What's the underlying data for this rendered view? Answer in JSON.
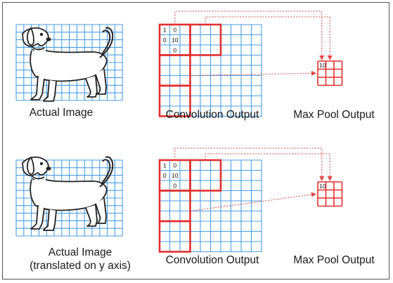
{
  "top_row": {
    "actual_caption": "Actual Image",
    "conv_caption": "Convolution Output",
    "pool_caption": "Max Pool Output",
    "conv_values": [
      {
        "row": 0,
        "col": 0,
        "text": "1"
      },
      {
        "row": 0,
        "col": 1,
        "text": "0"
      },
      {
        "row": 1,
        "col": 0,
        "text": "0"
      },
      {
        "row": 1,
        "col": 1,
        "text": "10"
      },
      {
        "row": 2,
        "col": 1,
        "text": "0"
      }
    ],
    "pool_value": "10"
  },
  "bottom_row": {
    "actual_caption_line1": "Actual Image",
    "actual_caption_line2": "(translated on y axis)",
    "conv_caption": "Convolution Output",
    "pool_caption": "Max Pool Output",
    "conv_values": [
      {
        "row": 0,
        "col": 0,
        "text": "1"
      },
      {
        "row": 0,
        "col": 1,
        "text": "0"
      },
      {
        "row": 1,
        "col": 0,
        "text": "0"
      },
      {
        "row": 1,
        "col": 1,
        "text": "10"
      },
      {
        "row": 2,
        "col": 1,
        "text": "0"
      }
    ],
    "pool_value": "10"
  },
  "colors": {
    "grid_blue": "#4a9ee0",
    "pool_red": "#e03030",
    "arrow_red": "#e04848",
    "caption": "#1a1a1a"
  }
}
